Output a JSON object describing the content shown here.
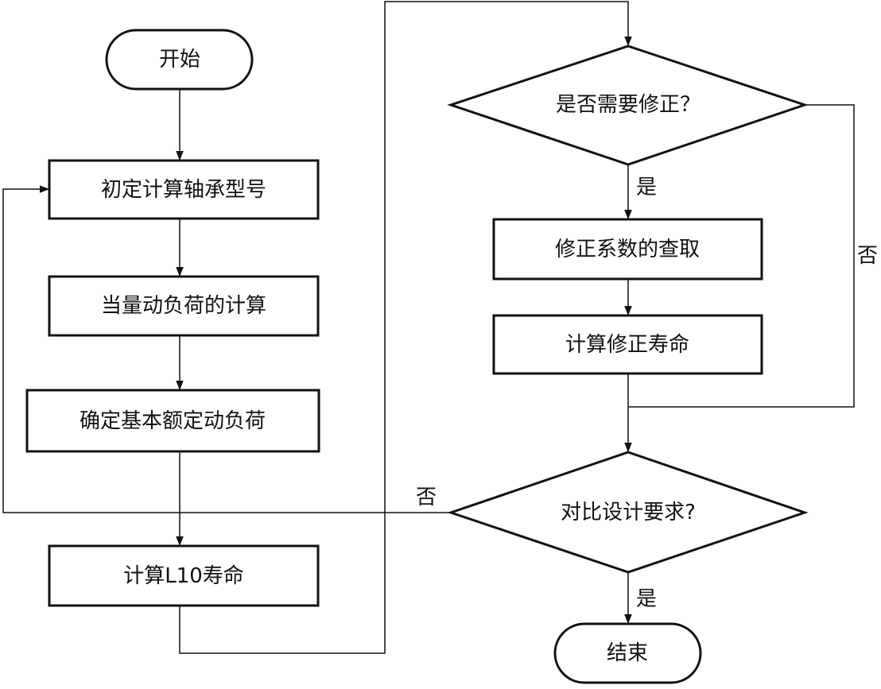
{
  "nodes": {
    "start": "开始",
    "select_bearing": "初定计算轴承型号",
    "equiv_load": "当量动负荷的计算",
    "rated_load": "确定基本额定动负荷",
    "calc_l10": "计算L10寿命",
    "need_correction": "是否需要修正？",
    "lookup_factors": "修正系数的查取",
    "calc_corrected": "计算修正寿命",
    "compare_design": "对比设计要求?",
    "end": "结束"
  },
  "edge_labels": {
    "correction_yes": "是",
    "correction_no": "否",
    "compare_no": "否",
    "compare_yes": "是"
  }
}
